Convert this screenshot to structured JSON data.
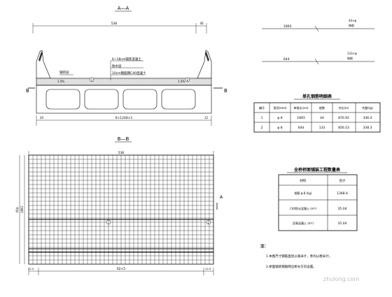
{
  "section_aa": {
    "title": "A—A",
    "total_width": "536",
    "side_dim": "40",
    "pave_label": "铺装层",
    "note1": "6~18cm铺装混凝土",
    "note2": "防水层",
    "note3": "10cm钢筋网C40混凝土",
    "slope_left": "1.5%",
    "slope_right": "1.5%",
    "box_dims": "6×1248×1",
    "dim_a": "20",
    "dim_b": "12",
    "cut_left": "B",
    "cut_right": "B",
    "callout_1": "1",
    "callout_2": "2"
  },
  "bars_detail": {
    "bar1_length": "1893",
    "bar1_label": "44×φ",
    "bar1_sub": "每根",
    "bar2_length": "644",
    "bar2_label": "133×φ",
    "bar2_sub": "每根"
  },
  "rebar_table": {
    "title": "单孔钢筋明细表",
    "headers": [
      "编号",
      "直径(mm)",
      "单根长(cm)",
      "根数",
      "共长(m)",
      "共重(kg)"
    ],
    "rows": [
      [
        "1",
        "φ 8",
        "1893",
        "44",
        "876.92",
        "346.4"
      ],
      [
        "2",
        "φ 8",
        "644",
        "133",
        "856.53",
        "338.3"
      ]
    ]
  },
  "qty_table": {
    "title": "全桥桥面铺装工程数量表",
    "headers": [
      "材料",
      "合计"
    ],
    "rows": [
      [
        "钢筋 φ·8 (kg)",
        "1368.4"
      ],
      [
        "C40防水混凝土 (m³)",
        "35.04"
      ],
      [
        "沥青混凝土 (m³)",
        "35.04"
      ]
    ]
  },
  "notes": {
    "title": "注：",
    "items": [
      "1.本图尺寸钢筋直径以毫米计，余均以厘米计。",
      "2.桥面铺装钢筋网沿桥长方向设置。"
    ]
  },
  "section_bb": {
    "title": "B—B",
    "width_dim": "536",
    "height_left": "桥长",
    "height_right": "1893",
    "bottom_dim": "62×5",
    "end_left": "12.5",
    "end_right": "12.5",
    "cut_a": "A",
    "callout_1": "1",
    "callout_2": "2"
  },
  "watermark": "zhulong.com"
}
